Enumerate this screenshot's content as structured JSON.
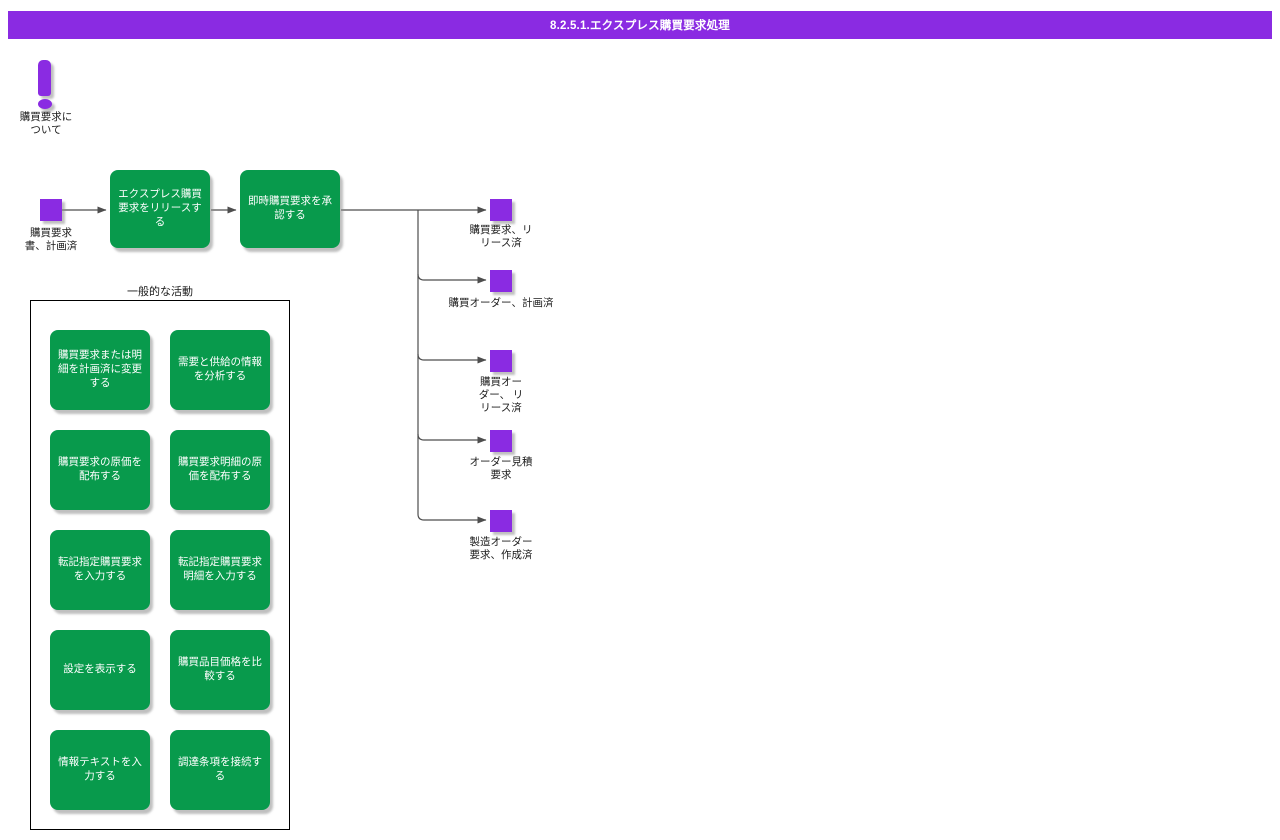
{
  "colors": {
    "purple": "#8A2BE2",
    "green": "#089A4C",
    "connector": "#4d4d4d",
    "shadow": "#8c8c8c"
  },
  "header": {
    "title": "8.2.5.1.エクスプレス購買要求処理"
  },
  "note": {
    "label": "購買要求に\nついて"
  },
  "flow": {
    "start_event": {
      "label": "購買要求\n書、計画済"
    },
    "activities": [
      {
        "label": "エクスプレス購買\n要求をリリースす\nる"
      },
      {
        "label": "即時購買要求を承\n認する"
      }
    ],
    "outputs": [
      {
        "label": "購買要求、リ\nリース済"
      },
      {
        "label": "購買オーダー、計画済"
      },
      {
        "label": "購買オー\nダー、 リ\nリース済"
      },
      {
        "label": "オーダー見積\n要求"
      },
      {
        "label": "製造オーダー\n要求、作成済"
      }
    ]
  },
  "general": {
    "title": "一般的な活動",
    "items": [
      {
        "label": "購買要求または明\n細を計画済に変更\nする"
      },
      {
        "label": "需要と供給の情報\nを分析する"
      },
      {
        "label": "購買要求の原価を\n配布する"
      },
      {
        "label": "購買要求明細の原\n価を配布する"
      },
      {
        "label": "転記指定購買要求\nを入力する"
      },
      {
        "label": "転記指定購買要求\n明細を入力する"
      },
      {
        "label": "設定を表示する"
      },
      {
        "label": "購買品目価格を比\n較する"
      },
      {
        "label": "情報テキストを入\n力する"
      },
      {
        "label": "調達条項を接続す\nる"
      }
    ]
  }
}
